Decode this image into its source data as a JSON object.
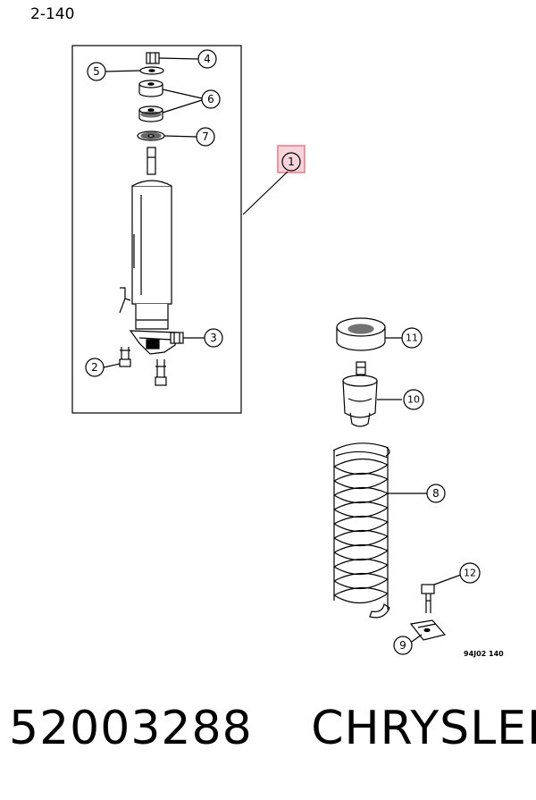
{
  "page_ref": "2-140",
  "figure_code": "94J02 140",
  "part_number": "52003288",
  "brand": "CHRYSLER",
  "highlight_color": "#e87a8a",
  "callouts": [
    {
      "id": "callout-1",
      "label": "1"
    },
    {
      "id": "callout-2",
      "label": "2"
    },
    {
      "id": "callout-3",
      "label": "3"
    },
    {
      "id": "callout-4",
      "label": "4"
    },
    {
      "id": "callout-5",
      "label": "5"
    },
    {
      "id": "callout-6",
      "label": "6"
    },
    {
      "id": "callout-7",
      "label": "7"
    },
    {
      "id": "callout-8",
      "label": "8"
    },
    {
      "id": "callout-9",
      "label": "9"
    },
    {
      "id": "callout-10",
      "label": "10"
    },
    {
      "id": "callout-11",
      "label": "11"
    },
    {
      "id": "callout-12",
      "label": "12"
    }
  ]
}
